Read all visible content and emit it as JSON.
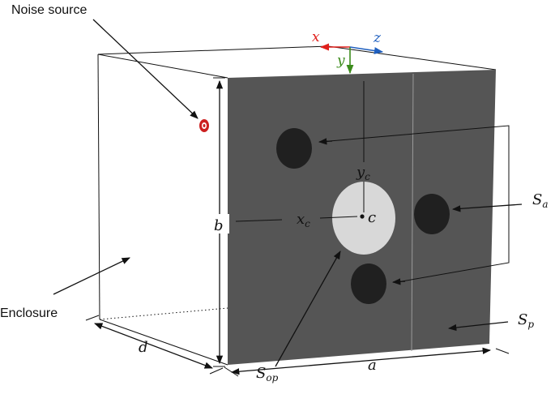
{
  "labels": {
    "noise_source": "Noise source",
    "enclosure": "Enclosure",
    "axis_x": "x",
    "axis_y": "y",
    "axis_z": "z",
    "dim_b": "b",
    "dim_d": "d",
    "dim_a": "a",
    "center_c": "c",
    "xc_base": "x",
    "xc_sub": "c",
    "yc_base": "y",
    "yc_sub": "c",
    "sa_base": "S",
    "sa_sub": "a",
    "sp_base": "S",
    "sp_sub": "p",
    "sop_base": "S",
    "sop_sub": "op"
  },
  "colors": {
    "panel": "#555555",
    "panel_divider": "#9a9a9a",
    "actuator": "#202020",
    "opening": "#d8d8d8",
    "noise_source": "#cc1f1f",
    "axis_x": "#e0201c",
    "axis_y": "#3c8c1c",
    "axis_z": "#1f5fbf",
    "outline": "#111111"
  }
}
